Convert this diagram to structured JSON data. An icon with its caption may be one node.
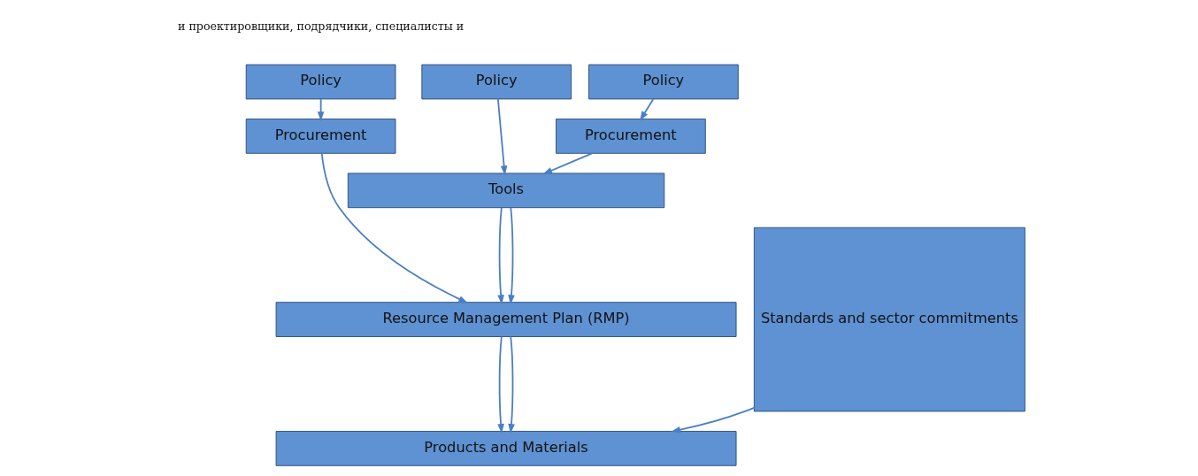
{
  "diagram": {
    "nodes": [
      {
        "text": [
          "Policy"
        ]
      },
      {
        "text": [
          "Policy"
        ]
      },
      {
        "text": [
          "Policy"
        ]
      },
      {
        "text": [
          "Procurement"
        ]
      },
      {
        "text": [
          "Procurement"
        ]
      },
      {
        "text": [
          "Tools"
        ]
      },
      {
        "text": [
          "Resource Management Plan (RMP)"
        ]
      },
      {
        "text": [
          "Standards and sector commitments"
        ]
      },
      {
        "text": [
          "Products and Materials"
        ]
      }
    ],
    "edges": [
      {
        "from": 0,
        "to": 3,
        "arrow": "to"
      },
      {
        "from": 1,
        "to": 5,
        "arrow": "to"
      },
      {
        "from": 2,
        "to": 4,
        "arrow": "to"
      },
      {
        "from": 4,
        "to": 5,
        "arrow": "to"
      },
      {
        "from": 3,
        "to": 6,
        "arrow": "to"
      },
      {
        "from": 5,
        "to": 6,
        "arrow": "to"
      },
      {
        "from": 5,
        "to": 6,
        "arrow": "to"
      },
      {
        "from": 6,
        "to": 8,
        "arrow": "to"
      },
      {
        "from": 6,
        "to": 8,
        "arrow": "to"
      },
      {
        "from": 7,
        "to": 8,
        "arrow": "to"
      }
    ],
    "labels": [
      "и проектировщики, подрядчики, специалисты и"
    ]
  }
}
